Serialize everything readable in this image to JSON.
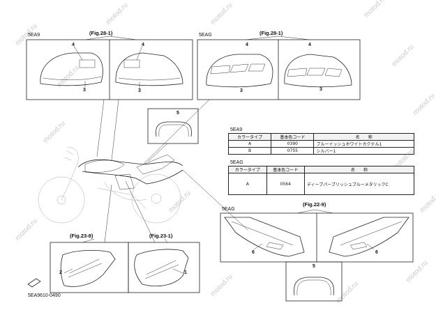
{
  "watermark": "motod.ru",
  "top_left": {
    "code": "5EA9",
    "fig": "(Fig.28-1)",
    "callouts": [
      "4",
      "3",
      "4",
      "3"
    ]
  },
  "top_right": {
    "code": "5EAG",
    "fig": "(Fig.28-1)",
    "callouts": [
      "4",
      "3",
      "4",
      "3"
    ]
  },
  "handle": {
    "callout": "5"
  },
  "table_5ea9": {
    "code": "5EA9",
    "headers": [
      "カラータイプ",
      "基本色コード",
      "名　　称"
    ],
    "rows": [
      [
        "A",
        "0390",
        "ブルーイッシュホワイトカクテル1"
      ],
      [
        "B",
        "0755",
        "シルバー1"
      ]
    ]
  },
  "table_5eag": {
    "code": "5EAG",
    "headers": [
      "カラータイプ",
      "基本色コード",
      "名　　称"
    ],
    "rows": [
      [
        "A",
        "0564",
        "ディープパープリッシュブルーメタリックC"
      ]
    ]
  },
  "side_covers": {
    "left_fig": "(Fig.23-8)",
    "right_fig": "(Fig.23-1)",
    "callouts": [
      "2",
      "1"
    ]
  },
  "lower_right": {
    "code": "5EAG",
    "fig": "(Fig.22-9)",
    "callouts": [
      "6",
      "6",
      "5"
    ]
  },
  "footer_code": "5EA9610-0490"
}
